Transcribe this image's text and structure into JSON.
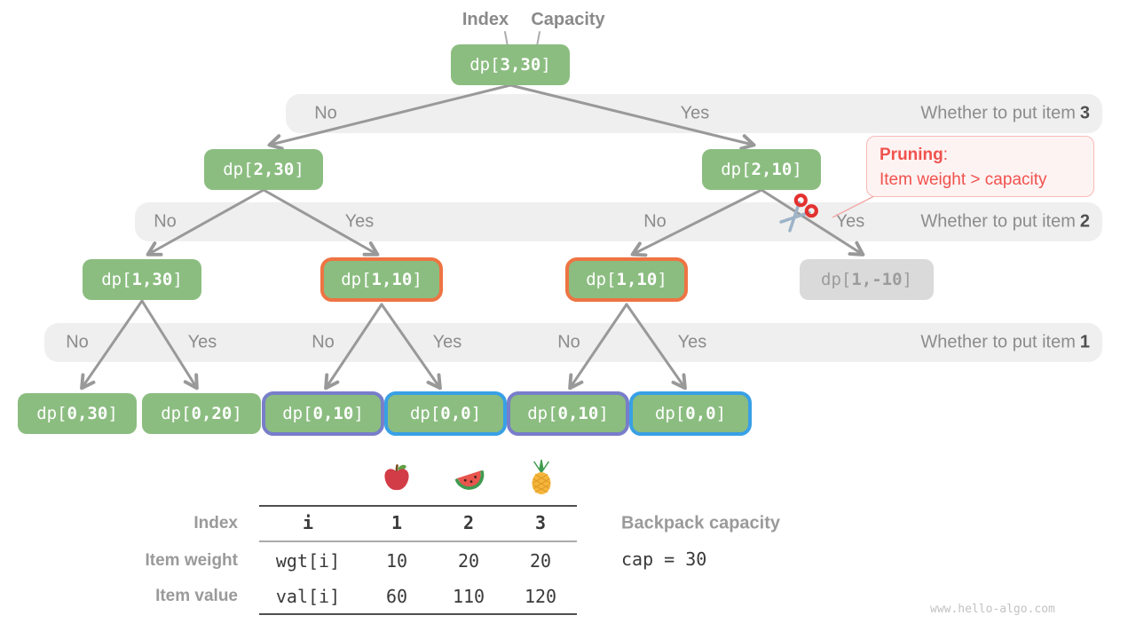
{
  "header": {
    "index_label": "Index",
    "capacity_label": "Capacity"
  },
  "tree": {
    "nodes": [
      {
        "pre": "dp[",
        "args": "3,30",
        "post": "]",
        "variant": "green"
      },
      {
        "pre": "dp[",
        "args": "2,30",
        "post": "]",
        "variant": "green"
      },
      {
        "pre": "dp[",
        "args": "2,10",
        "post": "]",
        "variant": "green"
      },
      {
        "pre": "dp[",
        "args": "1,30",
        "post": "]",
        "variant": "green"
      },
      {
        "pre": "dp[",
        "args": "1,10",
        "post": "]",
        "variant": "orange-border"
      },
      {
        "pre": "dp[",
        "args": "1,10",
        "post": "]",
        "variant": "orange-border"
      },
      {
        "pre": "dp[",
        "args": "1,-10",
        "post": "]",
        "variant": "gray"
      },
      {
        "pre": "dp[",
        "args": "0,30",
        "post": "]",
        "variant": "green"
      },
      {
        "pre": "dp[",
        "args": "0,20",
        "post": "]",
        "variant": "green"
      },
      {
        "pre": "dp[",
        "args": "0,10",
        "post": "]",
        "variant": "purple-border"
      },
      {
        "pre": "dp[",
        "args": "0,0",
        "post": "]",
        "variant": "blue-border"
      },
      {
        "pre": "dp[",
        "args": "0,10",
        "post": "]",
        "variant": "purple-border"
      },
      {
        "pre": "dp[",
        "args": "0,0",
        "post": "]",
        "variant": "blue-border"
      }
    ]
  },
  "bands": [
    {
      "items": [
        "No",
        "Yes"
      ],
      "caption": "Whether to put item",
      "num": "3"
    },
    {
      "items": [
        "No",
        "Yes",
        "No",
        "Yes"
      ],
      "caption": "Whether to put item",
      "num": "2"
    },
    {
      "items": [
        "No",
        "Yes",
        "No",
        "Yes",
        "No",
        "Yes"
      ],
      "caption": "Whether to put item",
      "num": "1"
    }
  ],
  "pruning": {
    "title": "Pruning",
    "colon": ":",
    "line2": "Item weight > capacity"
  },
  "table": {
    "fruits": [
      "apple",
      "watermelon",
      "pineapple"
    ],
    "row_labels": [
      "Index",
      "Item weight",
      "Item value"
    ],
    "columns": [
      "i",
      "1",
      "2",
      "3"
    ],
    "rows": [
      [
        "wgt[i]",
        "10",
        "20",
        "20"
      ],
      [
        "val[i]",
        "60",
        "110",
        "120"
      ]
    ]
  },
  "backpack": {
    "label": "Backpack capacity",
    "value": "cap = 30"
  },
  "watermark": "www.hello-algo.com",
  "colors": {
    "node_green": "#8bbd80",
    "node_gray": "#dadada",
    "orange_border": "#ee7443",
    "purple_border": "#787ec9",
    "blue_border": "#39a0e5",
    "band_bg": "#efefef",
    "arrow_gray": "#999999",
    "pruning_red": "#f0524d",
    "pruning_bg": "#fef3f3",
    "pruning_border": "#f7b9b7"
  }
}
